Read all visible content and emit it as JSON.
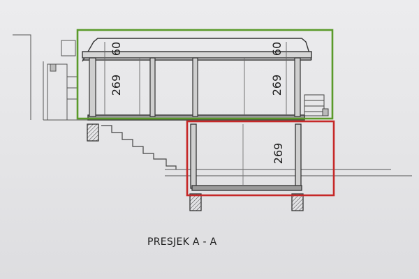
{
  "section_title": "PRESJEK A - A",
  "dimensions": {
    "roof_left": "60",
    "roof_right": "60",
    "upper_left": "269",
    "upper_right": "269",
    "lower": "269"
  },
  "highlight_colors": {
    "upper_floor": "#5a9a2a",
    "lower_floor": "#c62828"
  }
}
